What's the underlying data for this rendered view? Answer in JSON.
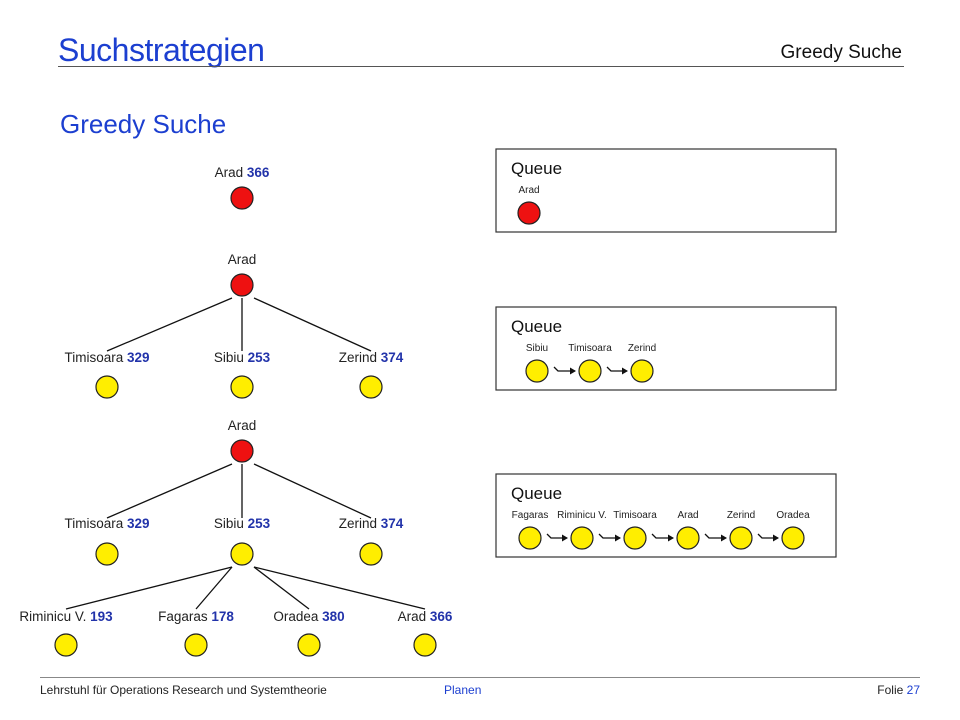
{
  "header": {
    "title": "Suchstrategien",
    "subtitle": "Greedy Suche"
  },
  "section_heading": "Greedy Suche",
  "colors": {
    "title_blue": "#1c3fd0",
    "value_blue": "#2233aa",
    "node_red": "#ee1111",
    "node_yellow": "#ffee00"
  },
  "trees": [
    {
      "nodes": [
        {
          "name": "Arad",
          "value": "366",
          "color": "red"
        }
      ],
      "edges": []
    },
    {
      "nodes": [
        {
          "name": "Arad",
          "value": "",
          "color": "red"
        },
        {
          "name": "Timisoara",
          "value": "329",
          "color": "yellow"
        },
        {
          "name": "Sibiu",
          "value": "253",
          "color": "yellow"
        },
        {
          "name": "Zerind",
          "value": "374",
          "color": "yellow"
        }
      ],
      "edges": [
        [
          0,
          1
        ],
        [
          0,
          2
        ],
        [
          0,
          3
        ]
      ]
    },
    {
      "nodes": [
        {
          "name": "Arad",
          "value": "",
          "color": "red"
        },
        {
          "name": "Timisoara",
          "value": "329",
          "color": "yellow"
        },
        {
          "name": "Sibiu",
          "value": "253",
          "color": "yellow"
        },
        {
          "name": "Zerind",
          "value": "374",
          "color": "yellow"
        },
        {
          "name": "Riminicu V.",
          "value": "193",
          "color": "yellow"
        },
        {
          "name": "Fagaras",
          "value": "178",
          "color": "yellow"
        },
        {
          "name": "Oradea",
          "value": "380",
          "color": "yellow"
        },
        {
          "name": "Arad",
          "value": "366",
          "color": "yellow"
        }
      ],
      "edges": [
        [
          0,
          1
        ],
        [
          0,
          2
        ],
        [
          0,
          3
        ],
        [
          2,
          4
        ],
        [
          2,
          5
        ],
        [
          2,
          6
        ],
        [
          2,
          7
        ]
      ]
    }
  ],
  "queues": [
    {
      "title": "Queue",
      "items": [
        {
          "name": "Arad",
          "color": "red"
        }
      ]
    },
    {
      "title": "Queue",
      "items": [
        {
          "name": "Sibiu",
          "color": "yellow"
        },
        {
          "name": "Timisoara",
          "color": "yellow"
        },
        {
          "name": "Zerind",
          "color": "yellow"
        }
      ]
    },
    {
      "title": "Queue",
      "items": [
        {
          "name": "Fagaras",
          "color": "yellow"
        },
        {
          "name": "Riminicu V.",
          "color": "yellow"
        },
        {
          "name": "Timisoara",
          "color": "yellow"
        },
        {
          "name": "Arad",
          "color": "yellow"
        },
        {
          "name": "Zerind",
          "color": "yellow"
        },
        {
          "name": "Oradea",
          "color": "yellow"
        }
      ]
    }
  ],
  "footer": {
    "left": "Lehrstuhl für Operations Research und Systemtheorie",
    "center": "Planen",
    "right_label": "Folie",
    "right_number": "27"
  }
}
